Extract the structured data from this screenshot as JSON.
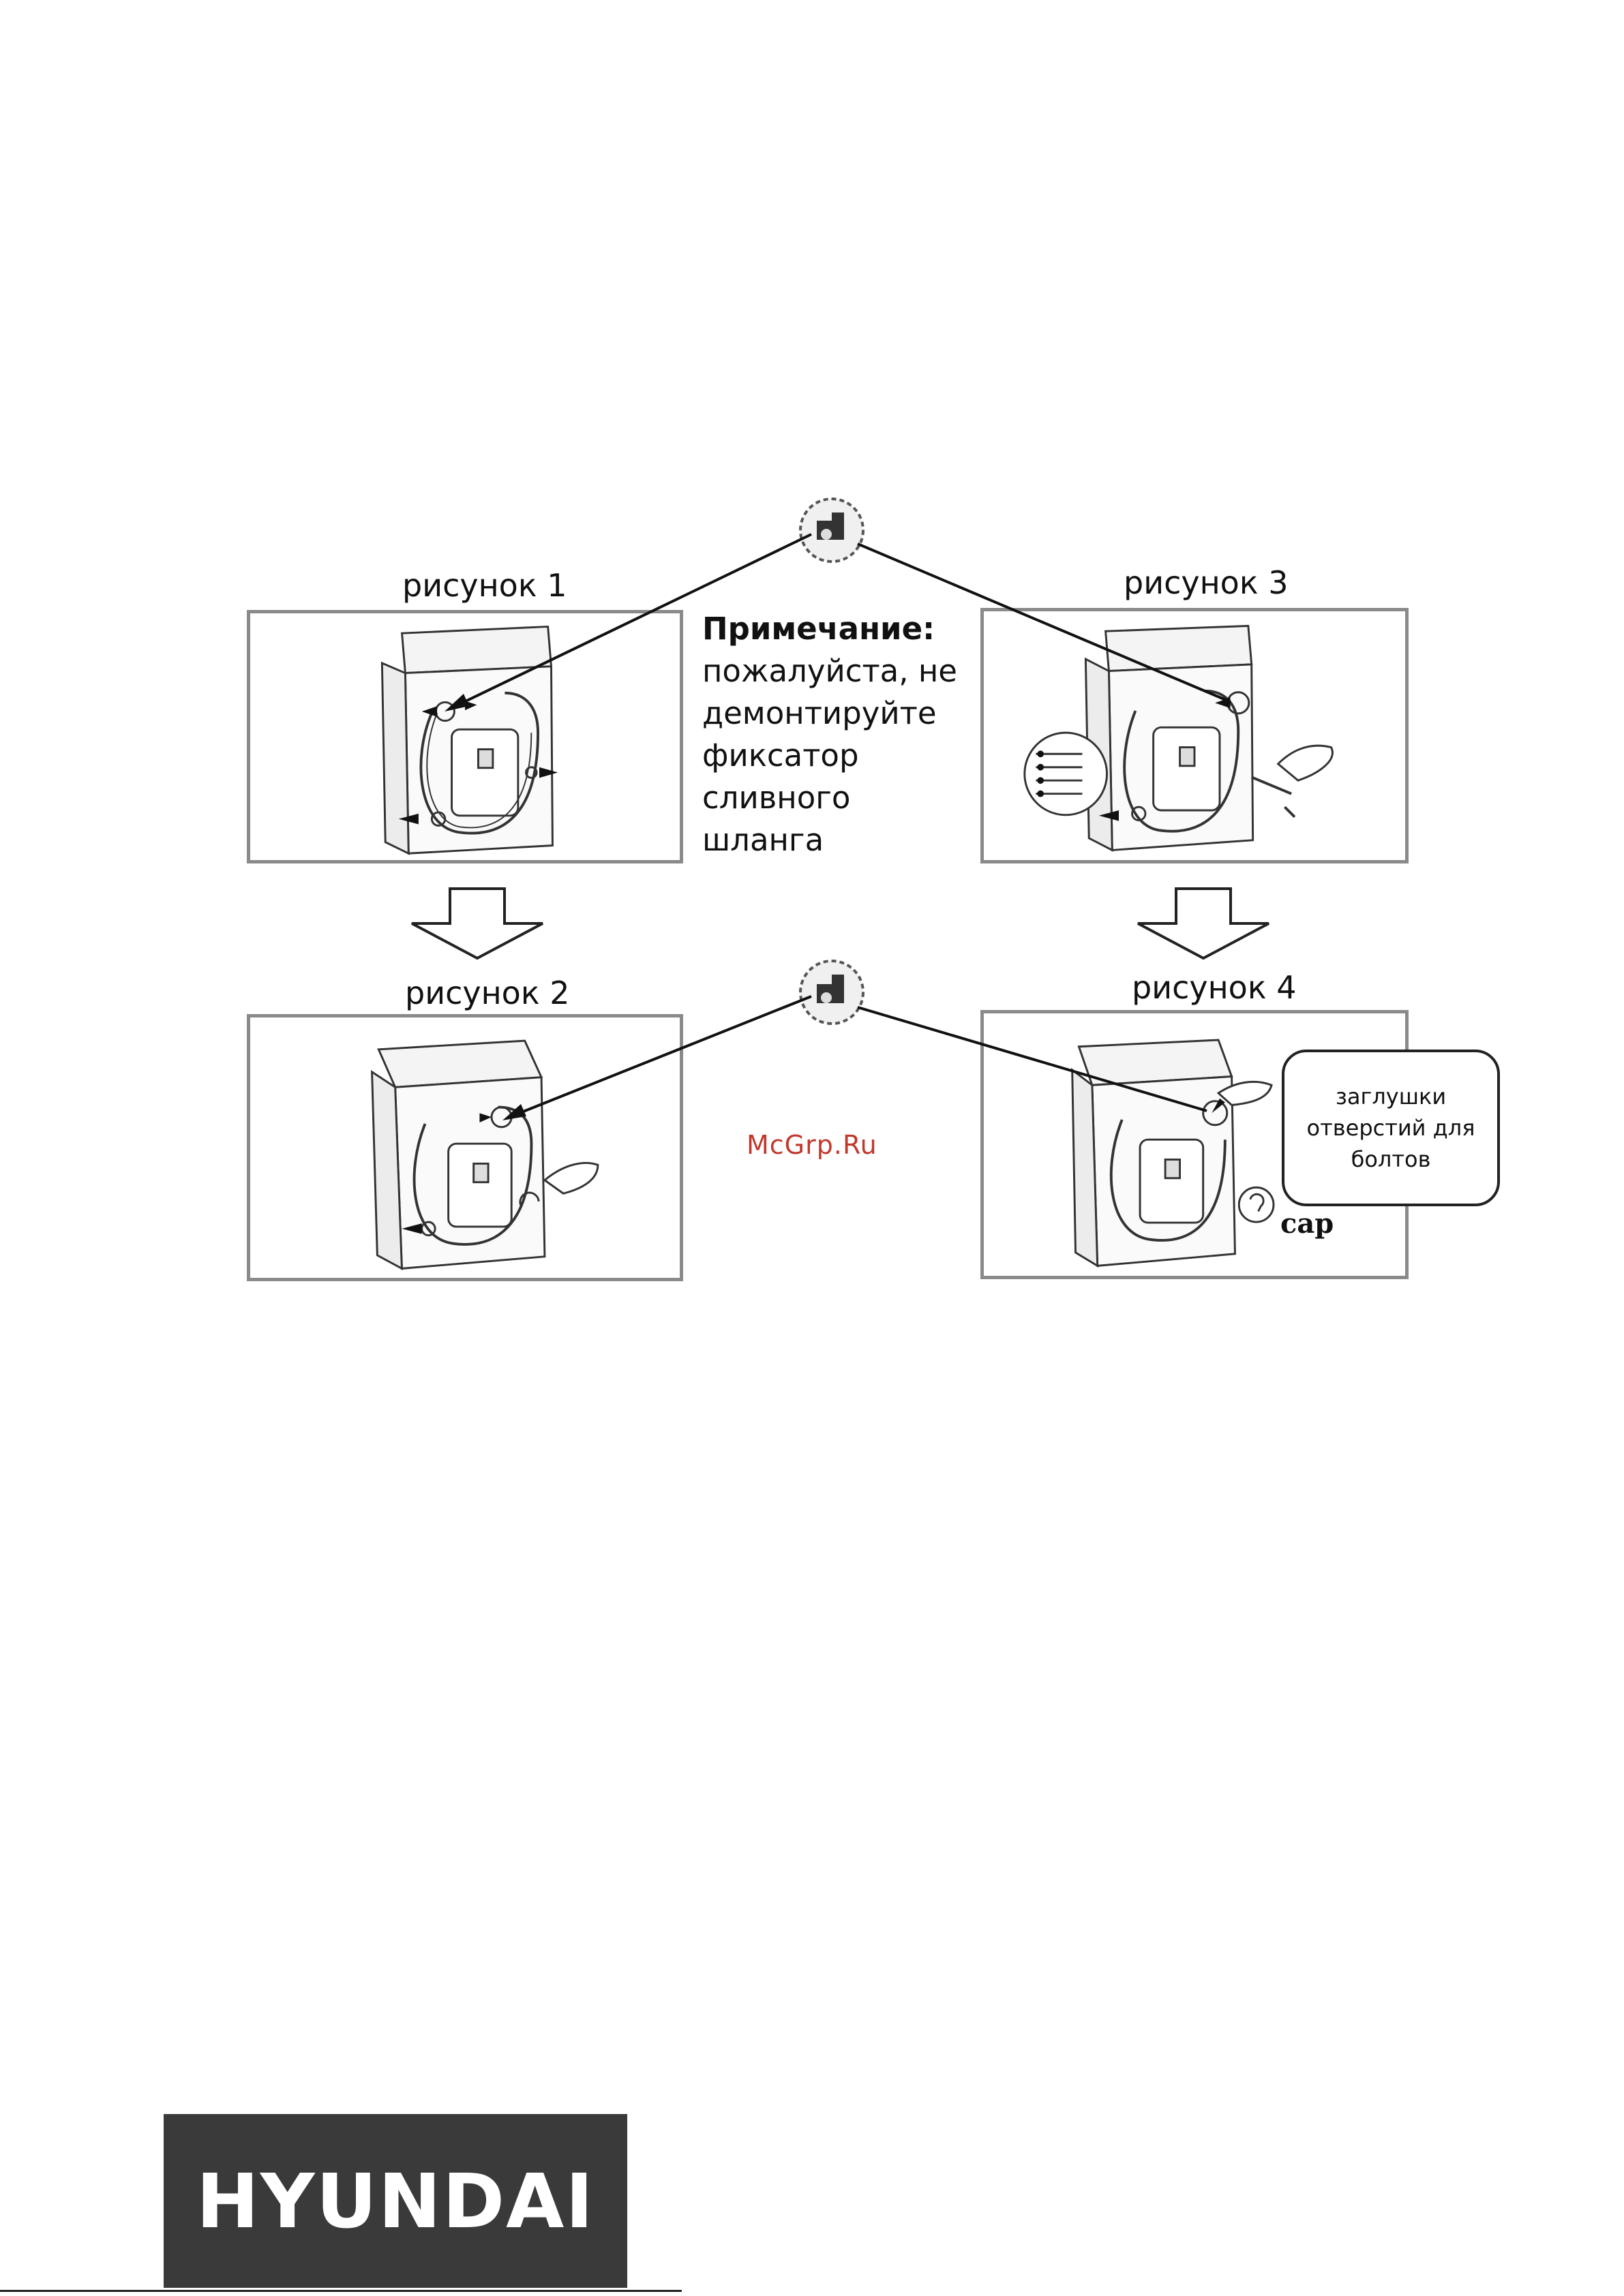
{
  "figures": {
    "fig1_label": "рисунок 1",
    "fig2_label": "рисунок 2",
    "fig3_label": "рисунок 3",
    "fig4_label": "рисунок 4"
  },
  "note": {
    "title": "Примечание:",
    "body": "пожалуйста, не\nдемонтируйте\nфиксатор\nсливного шланга"
  },
  "callout": {
    "text": "заглушки\nотверстий для\nболтов"
  },
  "cap_label": "cap",
  "watermark": "McGrp.Ru",
  "brand": {
    "logo_text": "HYUNDAI",
    "logo_bg": "#3a3a3a"
  },
  "icons": [
    "drain-hose-holder-icon",
    "washing-machine-back-illustration",
    "down-arrow-icon",
    "hand-icon",
    "bolt-icon"
  ]
}
